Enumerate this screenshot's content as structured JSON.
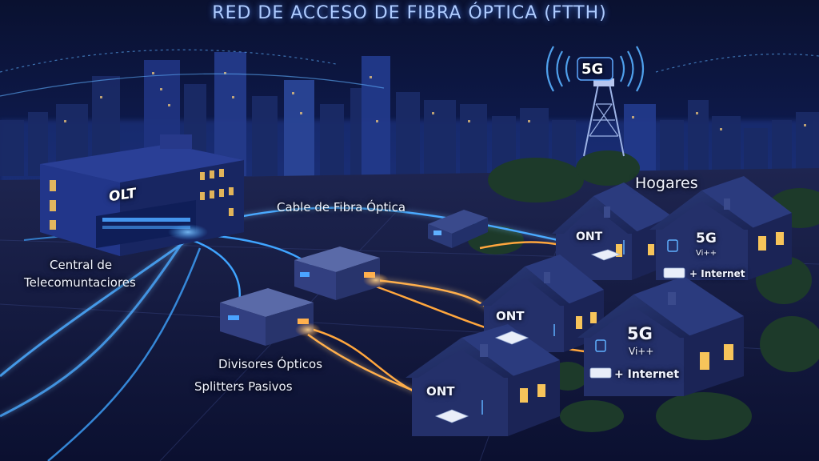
{
  "title": "RED DE ACCESO DE FIBRA ÓPTICA (FTTH)",
  "colors": {
    "fiber_blue": "#3fa4ff",
    "fiber_orange": "#ffa63d",
    "sky_top": "#0a1130",
    "window_light": "#f7c45a"
  },
  "labels": {
    "olt": "OLT",
    "tower_5g": "5G",
    "central": [
      "Central de",
      "Telecomuntaciores"
    ],
    "cable": "Cable de Fibra Óptica",
    "splitters": "Divisores Ópticos",
    "splitters_passive": "Splitters Pasivos",
    "homes": "Hogares"
  },
  "houses": [
    {
      "ont": "ONT"
    },
    {
      "ont": "ONT"
    },
    {
      "ont": "ONT"
    },
    {
      "badge": "5G",
      "sub": "Vi++",
      "extra": "+ Internet"
    },
    {
      "badge": "5G",
      "sub": "Vi++",
      "extra": "+ Internet"
    }
  ],
  "icons": [
    "signal-waves-icon",
    "router-icon",
    "wifi-router-icon"
  ]
}
